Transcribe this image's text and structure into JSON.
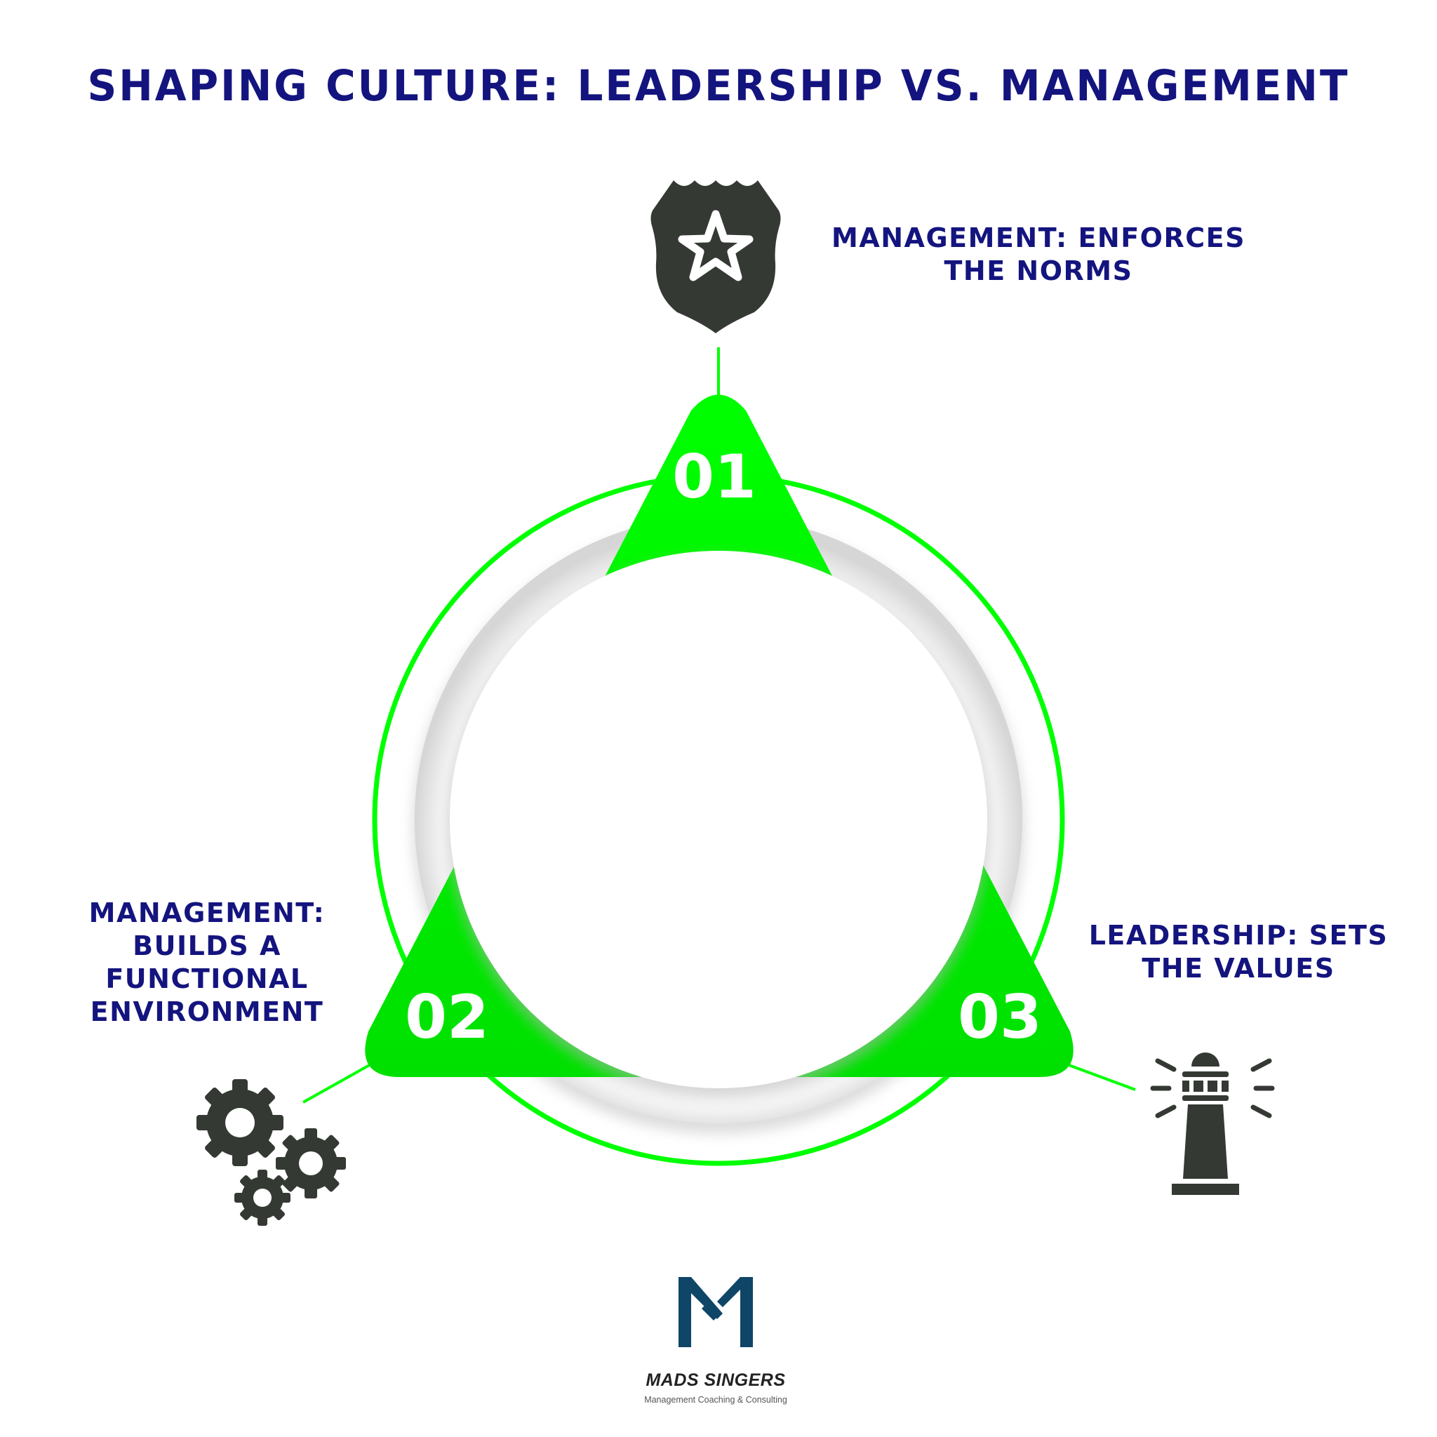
{
  "title": "SHAPING CULTURE: LEADERSHIP VS. MANAGEMENT",
  "colors": {
    "title_text": "#14147f",
    "accent_green": "#00ff00",
    "icon_dark": "#343a33",
    "ring_shadow": "#d9d9d9",
    "logo_blue": "#0f4567",
    "number_text": "#ffffff"
  },
  "items": [
    {
      "number": "01",
      "lines": [
        "MANAGEMENT: ENFORCES",
        "THE NORMS"
      ],
      "icon": "police-badge-star-icon",
      "position": "top"
    },
    {
      "number": "02",
      "lines": [
        "MANAGEMENT:",
        "BUILDS A",
        "FUNCTIONAL",
        "ENVIRONMENT"
      ],
      "icon": "gears-icon",
      "position": "bottom-left"
    },
    {
      "number": "03",
      "lines": [
        "LEADERSHIP: SETS",
        "THE VALUES"
      ],
      "icon": "lighthouse-icon",
      "position": "bottom-right"
    }
  ],
  "logo": {
    "name": "MADS SINGERS",
    "tagline": "Management Coaching & Consulting",
    "mark": "M-monogram-icon"
  }
}
